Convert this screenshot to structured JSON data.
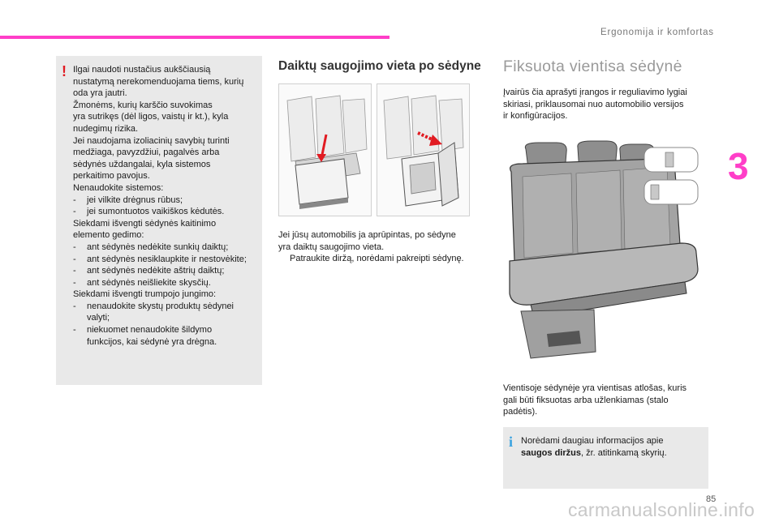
{
  "header": {
    "title": "Ergonomija ir komfortas",
    "accent_color": "#ff3ec8"
  },
  "chapter": {
    "number": "3"
  },
  "warning": {
    "icon": "exclamation-icon",
    "lines": [
      "Ilgai naudoti nustačius aukščiausią",
      "nustatymą nerekomenduojama tiems, kurių",
      "oda yra jautri.",
      "Žmonėms, kurių karščio suvokimas",
      "yra sutrikęs (dėl ligos, vaistų ir kt.), kyla",
      "nudegimų rizika.",
      "Jei naudojama izoliacinių savybių turinti",
      "medžiaga, pavyzdžiui, pagalvės arba",
      "sėdynės uždangalai, kyla sistemos",
      "perkaitimo pavojus.",
      "Nenaudokite sistemos:"
    ],
    "list1": [
      "jei vilkite drėgnus rūbus;",
      "jei sumontuotos vaikiškos kėdutės."
    ],
    "mid_lines": [
      "Siekdami išvengti sėdynės kaitinimo",
      "elemento gedimo:"
    ],
    "list2": [
      "ant sėdynės nedėkite sunkių daiktų;",
      "ant sėdynės nesiklaupkite ir nestovėkite;",
      "ant sėdynės nedėkite aštrių daiktų;",
      "ant sėdynės neišliekite skysčių."
    ],
    "mid_line2": "Siekdami išvengti trumpojo jungimo:",
    "list3_item1": [
      "nenaudokite skystų produktų sėdynei",
      "valyti;"
    ],
    "list3_item2": [
      "niekuomet nenaudokite šildymo",
      "funkcijos, kai sėdynė yra drėgna."
    ],
    "dash": "-"
  },
  "storage": {
    "title": "Daiktų saugojimo vieta po sėdyne",
    "lines": [
      "Jei jūsų automobilis ja aprūpintas, po sėdyne",
      "yra daiktų saugojimo vieta."
    ],
    "step_symbol": "",
    "step": "Patraukite diržą, norėdami pakreipti sėdynę."
  },
  "bench": {
    "title": "Fiksuota vientisa sėdynė",
    "intro": [
      "Įvairūs čia aprašyti įrangos ir reguliavimo lygiai",
      "skiriasi, priklausomai nuo automobilio versijos",
      "ir konfigūracijos."
    ],
    "desc": [
      "Vientisoje sėdynėje yra vientisas atlošas, kuris",
      "gali būti fiksuotas arba užlenkiamas (stalo",
      "padėtis)."
    ]
  },
  "info": {
    "icon": "info-icon",
    "line1": "Norėdami daugiau informacijos apie",
    "bold": "saugos diržus",
    "line2_rest": ", žr. atitinkamą skyrių."
  },
  "page_number": "85",
  "watermark": "carmanualsonline.info"
}
